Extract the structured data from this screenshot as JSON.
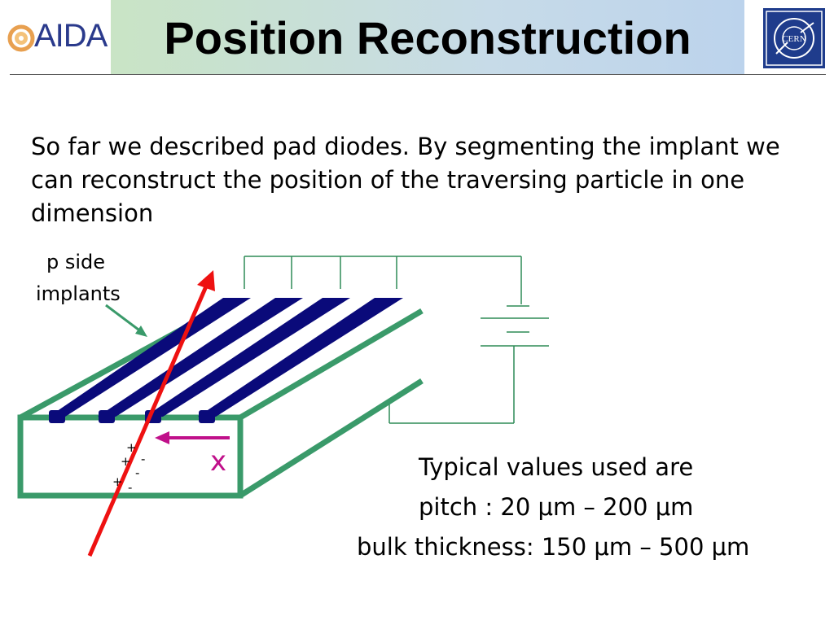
{
  "header": {
    "title": "Position Reconstruction",
    "aida_logo_text": "AIDA",
    "cern_logo_text": "CERN"
  },
  "intro": "So far we described pad diodes.  By segmenting the implant we can reconstruct the position of the traversing particle in one dimension",
  "diagram": {
    "label_line1": "p side",
    "label_line2": "implants",
    "x_label": "x",
    "charges": {
      "plus1": "+",
      "plus2": "+",
      "plus3": "+",
      "minus1": "-",
      "minus2": "-",
      "minus3": "-"
    },
    "colors": {
      "frame": "#3a9a6a",
      "strips": "#0a0a7a",
      "track": "#ee1111",
      "x_arrow": "#c0108a"
    }
  },
  "typical": {
    "line1": "Typical values used are",
    "line2": "pitch : 20 μm – 200 μm",
    "line3": "bulk thickness: 150 μm – 500 μm"
  }
}
